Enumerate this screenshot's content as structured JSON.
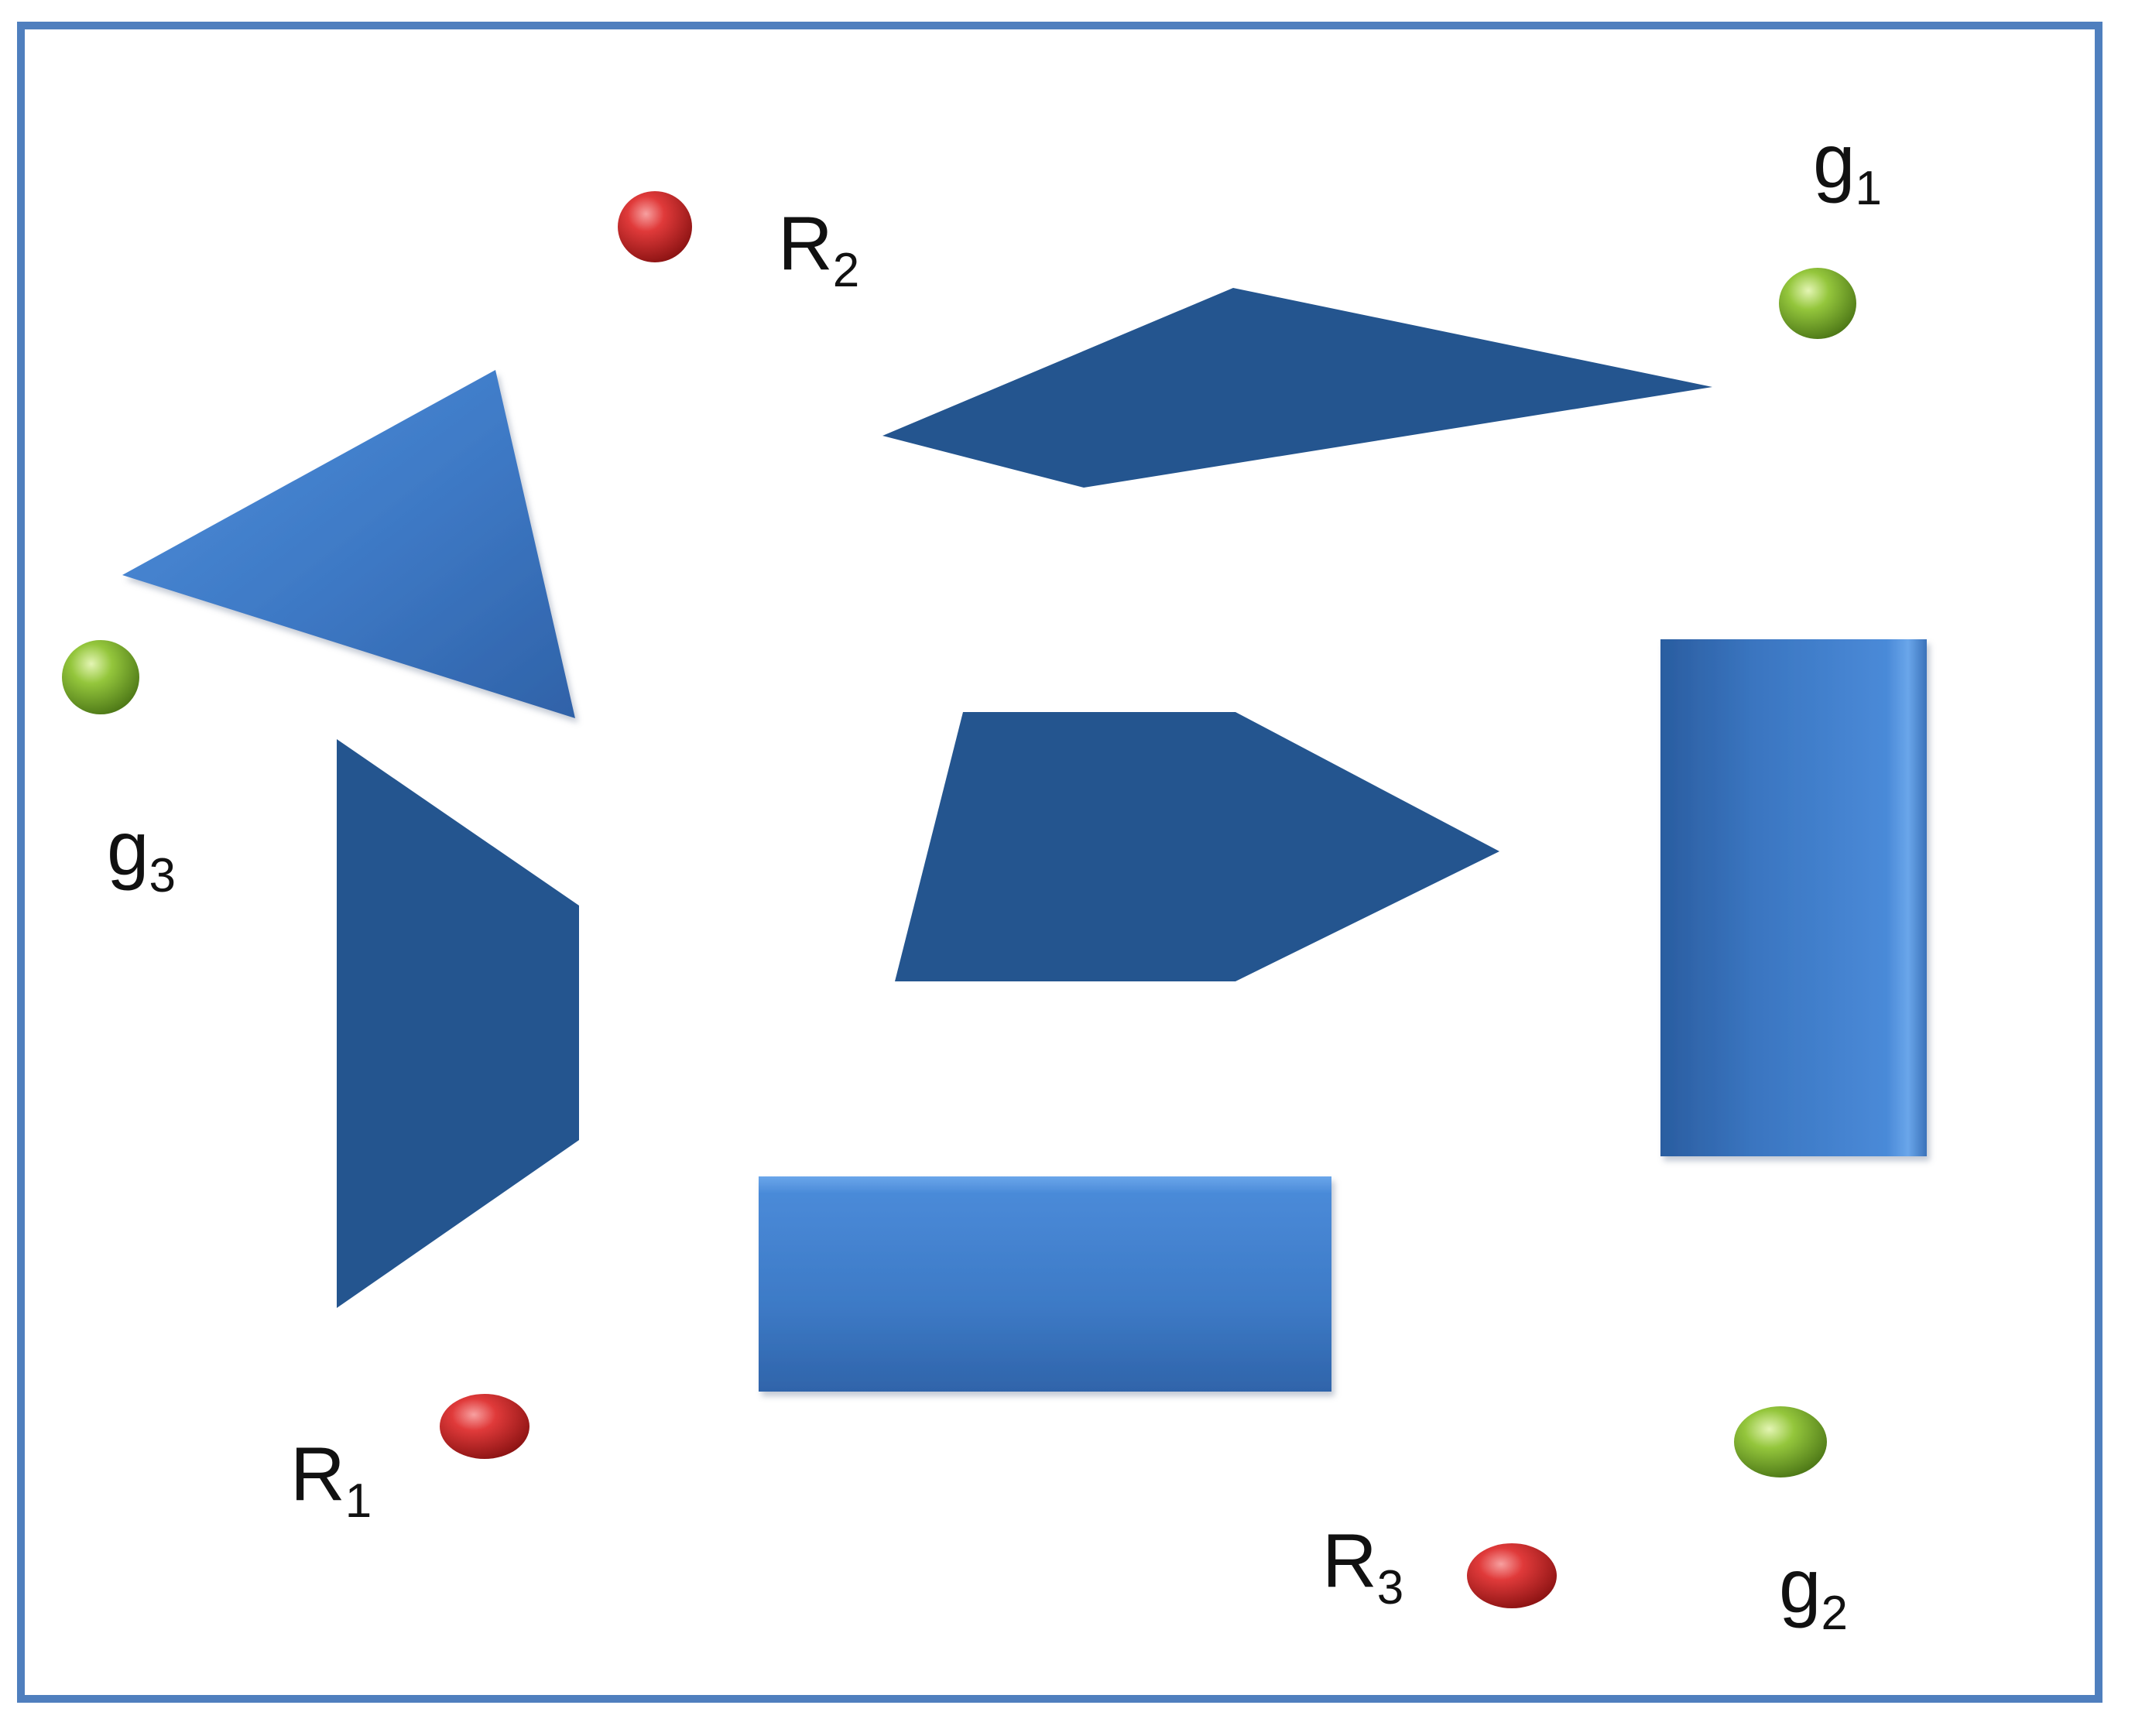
{
  "colors": {
    "border": "#4f7fbe",
    "obstacle_dark": "#24558f",
    "obstacle_light": "#3f7fcf",
    "robot": "#d62e2e",
    "goal": "#8fbd3a",
    "text": "#111111"
  },
  "robots": [
    {
      "name": "R",
      "subscript": "1"
    },
    {
      "name": "R",
      "subscript": "2"
    },
    {
      "name": "R",
      "subscript": "3"
    }
  ],
  "goals": [
    {
      "name": "g",
      "subscript": "1"
    },
    {
      "name": "g",
      "subscript": "2"
    },
    {
      "name": "g",
      "subscript": "3"
    }
  ]
}
